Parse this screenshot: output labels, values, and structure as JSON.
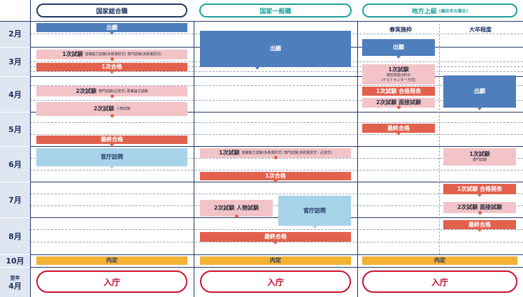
{
  "months": {
    "feb": "2月",
    "mar": "3月",
    "apr": "4月",
    "may": "5月",
    "jun": "6月",
    "jul": "7月",
    "aug": "8月",
    "oct": "10月",
    "next_year": "翌年",
    "apr_next": "4月"
  },
  "headers": {
    "national_general": "国家総合職",
    "national_ordinary": "国家一般職",
    "local_senior": "地方上級",
    "local_senior_note": "(横浜市の場合)",
    "spring_track": "春実施枠",
    "university_track": "大卒程度"
  },
  "col1": {
    "apply": "出願",
    "first_exam": "1次試験",
    "first_exam_detail": "基礎能力試験(多肢選択式) 専門試験(多肢選択式)",
    "first_pass": "1次合格",
    "second_exam_a": "2次試験",
    "second_exam_a_detail": "専門試験(記述式) 政策論文試験",
    "second_exam_b": "2次試験",
    "second_exam_b_detail": "人物試験",
    "final_pass": "最終合格",
    "office_visit": "官庁訪問",
    "naitei": "内定",
    "nyucho": "入庁"
  },
  "col2": {
    "apply": "出願",
    "first_exam": "1次試験",
    "first_exam_detail": "基礎能力試験(多肢選択式) 専門試験(多肢選択式・記述式)",
    "first_pass": "1次合格",
    "second_exam": "2次試験  人物試験",
    "office_visit": "官庁訪問",
    "final_pass": "最終合格",
    "naitei": "内定",
    "nyucho": "入庁"
  },
  "col3": {
    "spring_apply": "出願",
    "spring_first_exam": "1次試験",
    "spring_first_detail1": "適性検査(SPI3)",
    "spring_first_detail2": "(テストセンター方式)",
    "spring_first_result": "1次試験 合格発表",
    "spring_second_exam": "2次試験 面接試験",
    "spring_final": "最終合格",
    "univ_apply": "出願",
    "univ_first_exam": "1次試験",
    "univ_first_detail": "専門試験",
    "univ_first_result": "1次試験 合格発表",
    "univ_second_exam": "2次試験 面接試験",
    "univ_final": "最終合格",
    "naitei": "内定",
    "nyucho": "入庁"
  },
  "colors": {
    "navy": "#203864",
    "blue": "#4f7ebd",
    "red": "#e2614d",
    "pink": "#f2c4c8",
    "light_blue": "#a7d3e9",
    "yellow": "#f3b234",
    "teal": "#1aa39a",
    "crimson": "#c8102e"
  }
}
